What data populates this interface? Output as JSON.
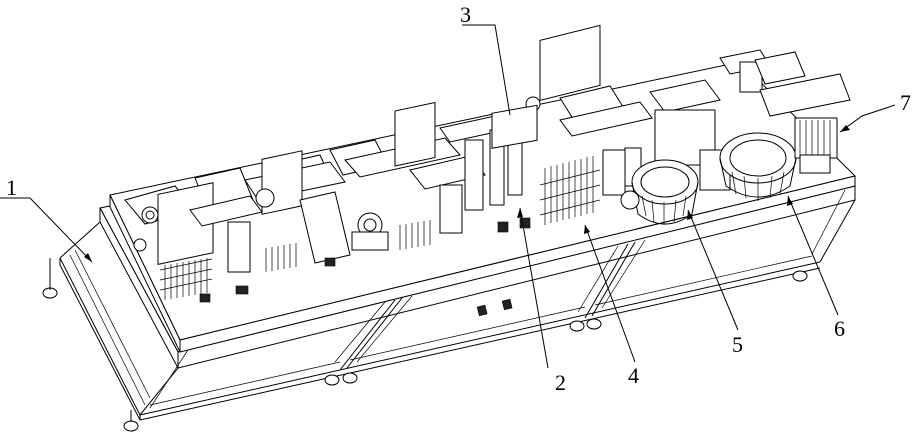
{
  "figure": {
    "callouts": [
      {
        "id": "1",
        "label": "1"
      },
      {
        "id": "2",
        "label": "2"
      },
      {
        "id": "3",
        "label": "3"
      },
      {
        "id": "4",
        "label": "4"
      },
      {
        "id": "5",
        "label": "5"
      },
      {
        "id": "6",
        "label": "6"
      },
      {
        "id": "7",
        "label": "7"
      }
    ]
  }
}
